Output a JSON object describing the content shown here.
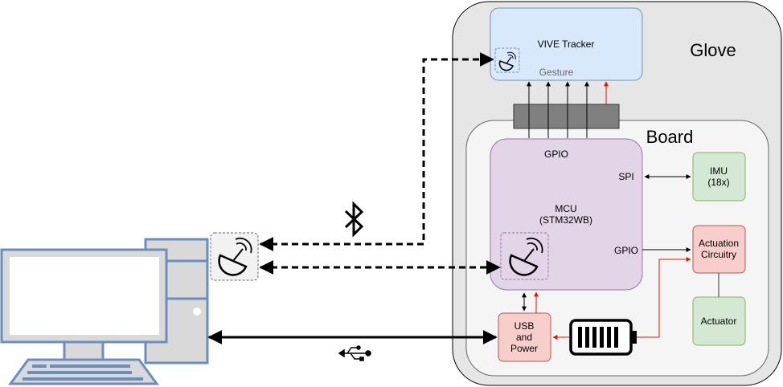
{
  "glove": {
    "label": "Glove"
  },
  "board": {
    "label": "Board"
  },
  "vive": {
    "title": "VIVE Tracker",
    "gesture_label": "Gesture"
  },
  "mcu": {
    "name": "MCU",
    "model": "(STM32WB)",
    "gpio_top": "GPIO",
    "spi": "SPI",
    "gpio_right": "GPIO"
  },
  "imu": {
    "name": "IMU",
    "count": "(18x)"
  },
  "actuation": {
    "line1": "Actuation",
    "line2": "Circuitry"
  },
  "actuator": {
    "label": "Actuator"
  },
  "usb_power": {
    "line1": "USB",
    "line2": "and",
    "line3": "Power"
  },
  "icons": [
    "bluetooth-icon",
    "usb-icon",
    "antenna-icon",
    "battery-icon",
    "desktop-computer-icon"
  ],
  "colors": {
    "glove_fill": "#e6e6e6",
    "board_fill": "#f5f5f5",
    "vive_fill": "#dae8fc",
    "vive_stroke": "#6c8ebf",
    "mcu_fill": "#e1d5e7",
    "mcu_stroke": "#9673a6",
    "green_fill": "#d5e8d4",
    "green_stroke": "#82b366",
    "red_fill": "#f8cecc",
    "red_stroke": "#b85450",
    "computer_stroke": "#6c8ebf",
    "power_line": "#e51400"
  }
}
